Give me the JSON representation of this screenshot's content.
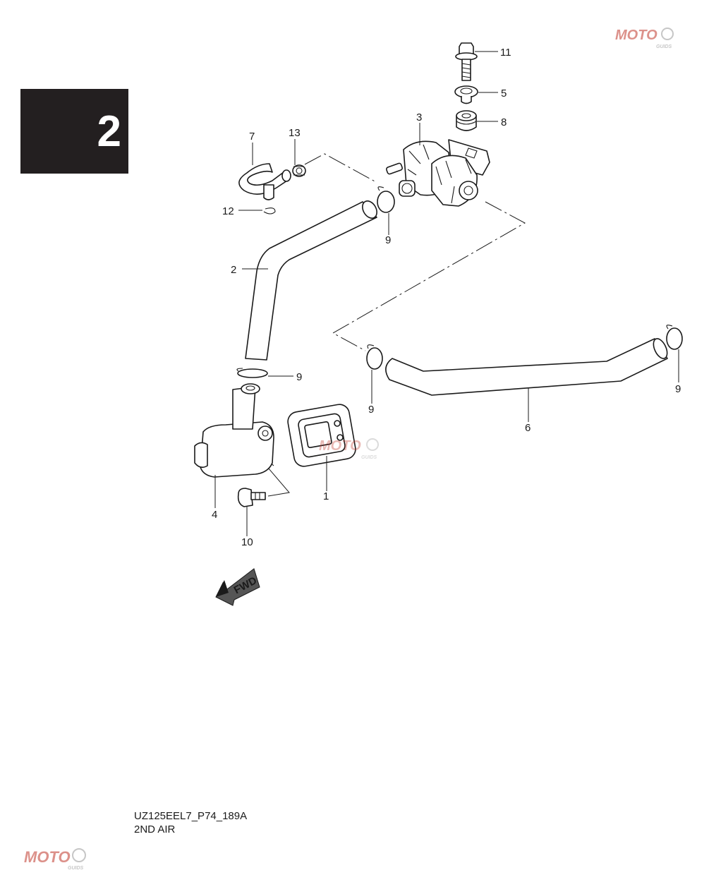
{
  "section_number": "2",
  "diagram_code": "UZ125EEL7_P74_189A",
  "diagram_title": "2ND AIR",
  "fwd_label": "FWD",
  "callouts": {
    "c1": "1",
    "c2": "2",
    "c3": "3",
    "c4": "4",
    "c5": "5",
    "c6": "6",
    "c7": "7",
    "c8": "8",
    "c9a": "9",
    "c9b": "9",
    "c9c": "9",
    "c9d": "9",
    "c10": "10",
    "c11": "11",
    "c12": "12",
    "c13": "13"
  },
  "watermark": {
    "text": "MOTO",
    "subtext": "GUIDS"
  },
  "colors": {
    "section_bg": "#231f20",
    "line": "#1a1a1a",
    "watermark": "#c0392b"
  }
}
